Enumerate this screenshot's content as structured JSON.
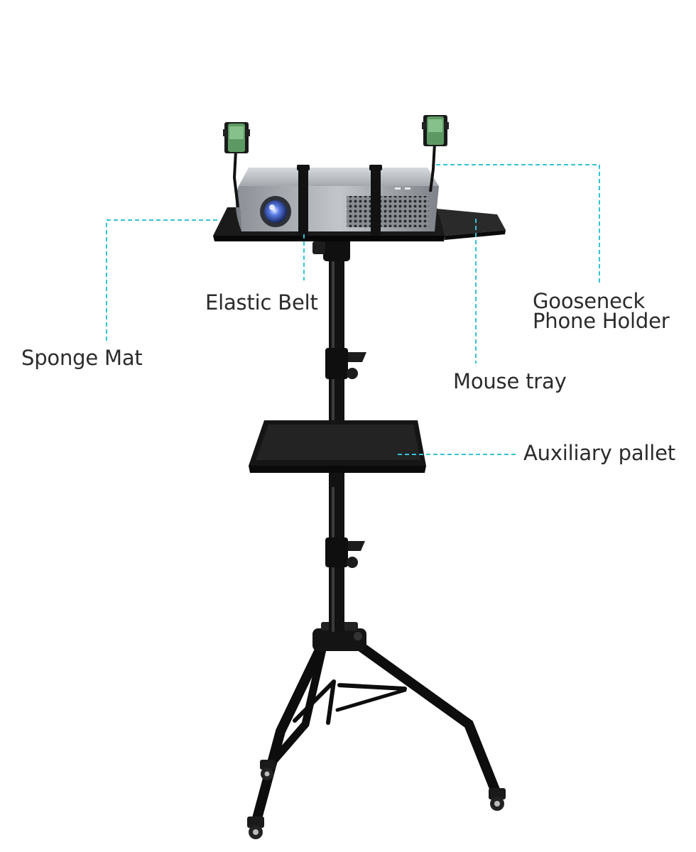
{
  "callouts": {
    "elastic_belt": "Elastic Belt",
    "sponge_mat": "Sponge Mat",
    "gooseneck_line1": "Gooseneck",
    "gooseneck_line2": "Phone Holder",
    "mouse_tray": "Mouse tray",
    "auxiliary_pallet": "Auxiliary pallet"
  },
  "colors": {
    "callout_line": "#34c3d6",
    "label_text": "#2b2b2b",
    "stand_metal": "#111111",
    "projector_body": "#a9adb3",
    "lens": "#3557c9"
  }
}
